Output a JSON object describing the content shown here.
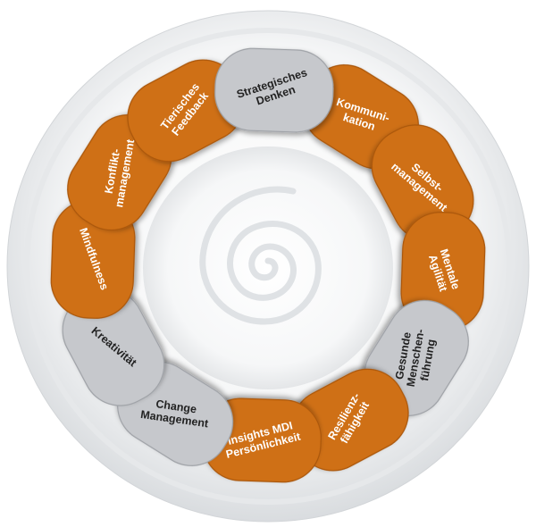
{
  "colors": {
    "orange": "#cf6f12",
    "orange_dark": "#a9560a",
    "gray": "#c6c8cc",
    "gray_dark": "#9ea1a6",
    "label_on_orange": "#ffffff",
    "label_on_gray": "#222222",
    "disc": "#eef0f2"
  },
  "center": {
    "icon": "spiral-icon"
  },
  "segments": [
    {
      "id": "kommunikation",
      "lines": [
        "Kommuni-",
        "kation"
      ],
      "color": "orange"
    },
    {
      "id": "selbstmanagement",
      "lines": [
        "Selbst-",
        "management"
      ],
      "color": "orange"
    },
    {
      "id": "mentale-agilitaet",
      "lines": [
        "Mentale",
        "Agilität"
      ],
      "color": "orange"
    },
    {
      "id": "gesunde-menschenfuehrung",
      "lines": [
        "Gesunde",
        "Menschen-",
        "führung"
      ],
      "color": "gray"
    },
    {
      "id": "resilienzfaehigkeit",
      "lines": [
        "Resilienz-",
        "fähigkeit"
      ],
      "color": "orange"
    },
    {
      "id": "insights-mdi",
      "lines": [
        "Insights MDI",
        "Persönlichkeit"
      ],
      "color": "orange"
    },
    {
      "id": "change-management",
      "lines": [
        "Change",
        "Management"
      ],
      "color": "gray"
    },
    {
      "id": "kreativitaet",
      "lines": [
        "Kreativität"
      ],
      "color": "gray"
    },
    {
      "id": "mindfulness",
      "lines": [
        "Mindfulness"
      ],
      "color": "orange"
    },
    {
      "id": "konfliktmanagement",
      "lines": [
        "Konflikt-",
        "management"
      ],
      "color": "orange"
    },
    {
      "id": "tierisches-feedback",
      "lines": [
        "Tierisches",
        "Feedback"
      ],
      "color": "orange"
    },
    {
      "id": "strategisches-denken",
      "lines": [
        "Strategisches",
        "Denken"
      ],
      "color": "gray"
    }
  ]
}
